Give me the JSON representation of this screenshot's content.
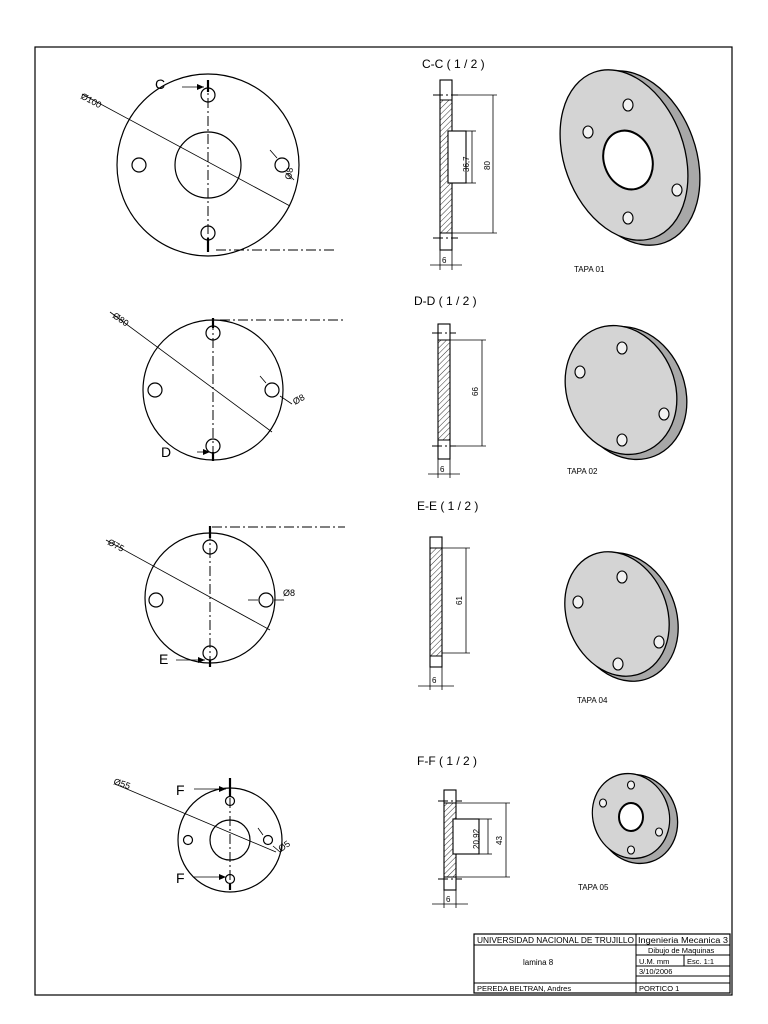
{
  "sections": {
    "cc": "C-C ( 1 / 2 )",
    "dd": "D-D ( 1 / 2 )",
    "ee": "E-E ( 1 / 2 )",
    "ff": "F-F ( 1 / 2 )"
  },
  "cut_letters": {
    "c": "C",
    "d": "D",
    "e": "E",
    "f1": "F",
    "f2": "F"
  },
  "diameters": {
    "d100": "Ø100",
    "d8a": "Ø8",
    "d80": "Ø80",
    "d8b": "Ø8",
    "d75": "Ø75",
    "d8c": "Ø8",
    "d55": "Ø55",
    "d5": "Ø5"
  },
  "dims": {
    "cc_80": "80",
    "cc_367": "36,7",
    "cc_6": "6",
    "dd_66": "66",
    "dd_6": "6",
    "ee_61": "61",
    "ee_6": "6",
    "ff_43": "43",
    "ff_2092": "20,92",
    "ff_6": "6"
  },
  "parts": {
    "tapa1": "TAPA 01",
    "tapa2": "TAPA 02",
    "tapa4": "TAPA 04",
    "tapa5": "TAPA 05"
  },
  "title_block": {
    "university": "UNIVERSIDAD NACIONAL DE TRUJILLO",
    "career": "Ingenieria Mecanica 3",
    "course": "Dibujo de Maquinas",
    "units": "U.M.  mm",
    "scale": "Esc. 1:1",
    "sheet": "lamina 8",
    "date": "3/10/2006",
    "author": "PEREDA BELTRAN, Andres",
    "project": "PORTICO 1"
  }
}
